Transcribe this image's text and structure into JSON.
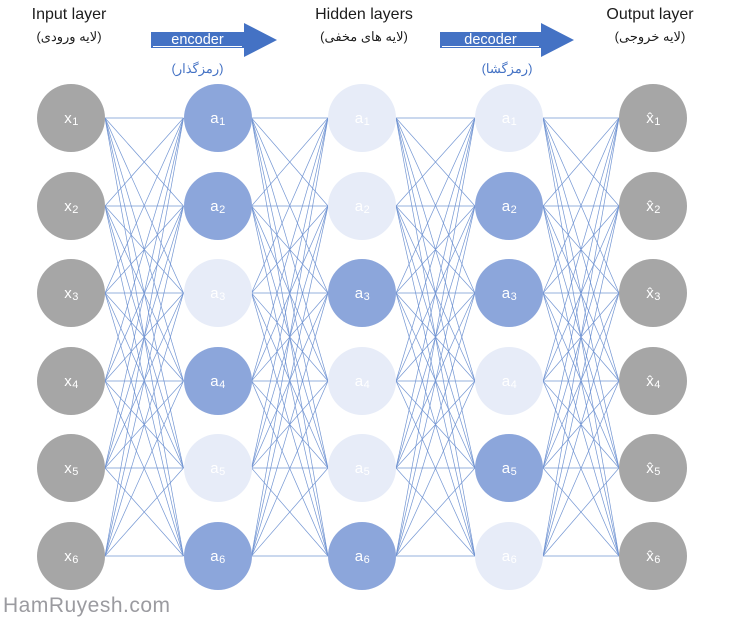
{
  "header": {
    "input": {
      "en": "Input layer",
      "fa": "(لایه ورودی)"
    },
    "hidden": {
      "en": "Hidden layers",
      "fa": "(لایه های مخفی)"
    },
    "output": {
      "en": "Output layer",
      "fa": "(لایه خروجی)"
    },
    "encoder": {
      "label": "encoder",
      "fa": "(رمزگذار)"
    },
    "decoder": {
      "label": "decoder",
      "fa": "(رمزگشا)"
    }
  },
  "colors": {
    "node_gray": "#a6a6a6",
    "node_blue": "#8ca6db",
    "node_light": "#e7ecf8",
    "link_blue": "#4472c4",
    "arrow_blue": "#4472c4",
    "title_text": "#1c1c1c",
    "watermark_gray": "#9b9ba0"
  },
  "watermark": "HamRuyesh.com",
  "network": {
    "layers": [
      {
        "name": "input",
        "nodes": [
          {
            "base": "x",
            "sub": "1",
            "variant": "gray"
          },
          {
            "base": "x",
            "sub": "2",
            "variant": "gray"
          },
          {
            "base": "x",
            "sub": "3",
            "variant": "gray"
          },
          {
            "base": "x",
            "sub": "4",
            "variant": "gray"
          },
          {
            "base": "x",
            "sub": "5",
            "variant": "gray"
          },
          {
            "base": "x",
            "sub": "6",
            "variant": "gray"
          }
        ]
      },
      {
        "name": "hidden-1",
        "nodes": [
          {
            "base": "a",
            "sub": "1",
            "variant": "blue"
          },
          {
            "base": "a",
            "sub": "2",
            "variant": "blue"
          },
          {
            "base": "a",
            "sub": "3",
            "variant": "light"
          },
          {
            "base": "a",
            "sub": "4",
            "variant": "blue"
          },
          {
            "base": "a",
            "sub": "5",
            "variant": "light"
          },
          {
            "base": "a",
            "sub": "6",
            "variant": "blue"
          }
        ]
      },
      {
        "name": "hidden-2",
        "nodes": [
          {
            "base": "a",
            "sub": "1",
            "variant": "light"
          },
          {
            "base": "a",
            "sub": "2",
            "variant": "light"
          },
          {
            "base": "a",
            "sub": "3",
            "variant": "blue"
          },
          {
            "base": "a",
            "sub": "4",
            "variant": "light"
          },
          {
            "base": "a",
            "sub": "5",
            "variant": "light"
          },
          {
            "base": "a",
            "sub": "6",
            "variant": "blue"
          }
        ]
      },
      {
        "name": "hidden-3",
        "nodes": [
          {
            "base": "a",
            "sub": "1",
            "variant": "light"
          },
          {
            "base": "a",
            "sub": "2",
            "variant": "blue"
          },
          {
            "base": "a",
            "sub": "3",
            "variant": "blue"
          },
          {
            "base": "a",
            "sub": "4",
            "variant": "light"
          },
          {
            "base": "a",
            "sub": "5",
            "variant": "blue"
          },
          {
            "base": "a",
            "sub": "6",
            "variant": "light"
          }
        ]
      },
      {
        "name": "output",
        "nodes": [
          {
            "base": "x̂",
            "sub": "1",
            "variant": "gray"
          },
          {
            "base": "x̂",
            "sub": "2",
            "variant": "gray"
          },
          {
            "base": "x̂",
            "sub": "3",
            "variant": "gray"
          },
          {
            "base": "x̂",
            "sub": "4",
            "variant": "gray"
          },
          {
            "base": "x̂",
            "sub": "5",
            "variant": "gray"
          },
          {
            "base": "x̂",
            "sub": "6",
            "variant": "gray"
          }
        ]
      }
    ]
  }
}
